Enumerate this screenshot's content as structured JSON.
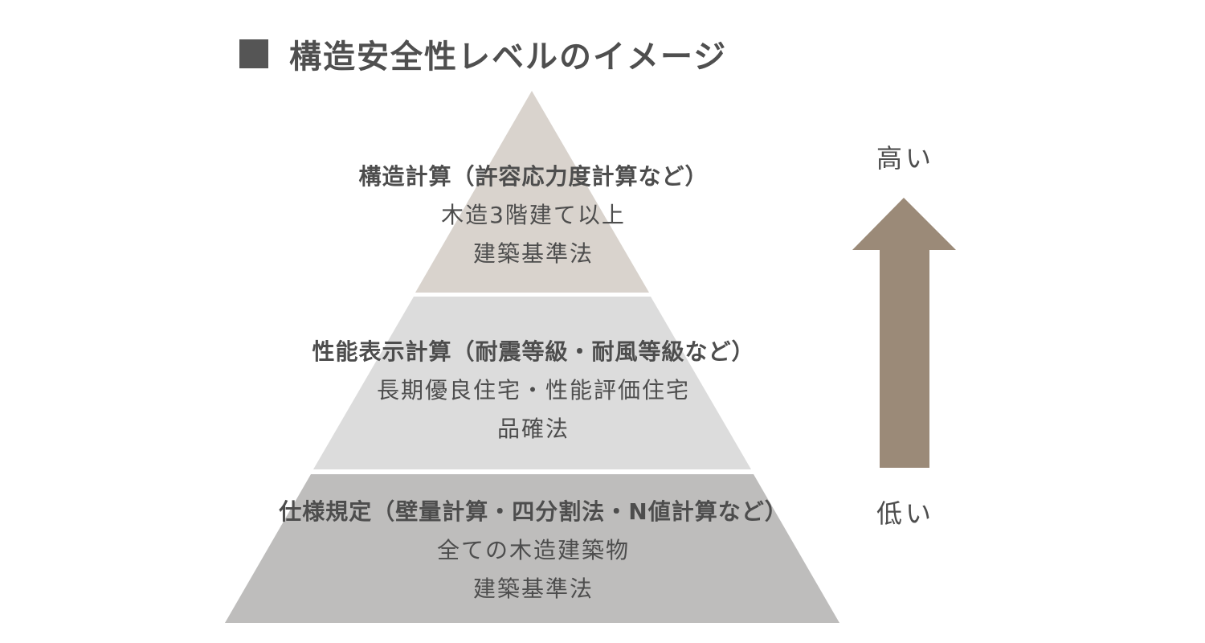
{
  "title": "構造安全性レベルのイメージ",
  "colors": {
    "tier_top": "#d9d3cd",
    "tier_mid": "#dcdcdc",
    "tier_bottom": "#bebdbc",
    "arrow": "#9b8a78",
    "title_square": "#555555"
  },
  "tiers": [
    {
      "heading": "構造計算（許容応力度計算など）",
      "lines": [
        "木造3階建て以上",
        "建築基準法"
      ]
    },
    {
      "heading": "性能表示計算（耐震等級・耐風等級など）",
      "lines": [
        "長期優良住宅・性能評価住宅",
        "品確法"
      ]
    },
    {
      "heading": "仕様規定（壁量計算・四分割法・N値計算など）",
      "lines": [
        "全ての木造建築物",
        "建築基準法"
      ]
    }
  ],
  "scale": {
    "high": "高い",
    "low": "低い"
  }
}
